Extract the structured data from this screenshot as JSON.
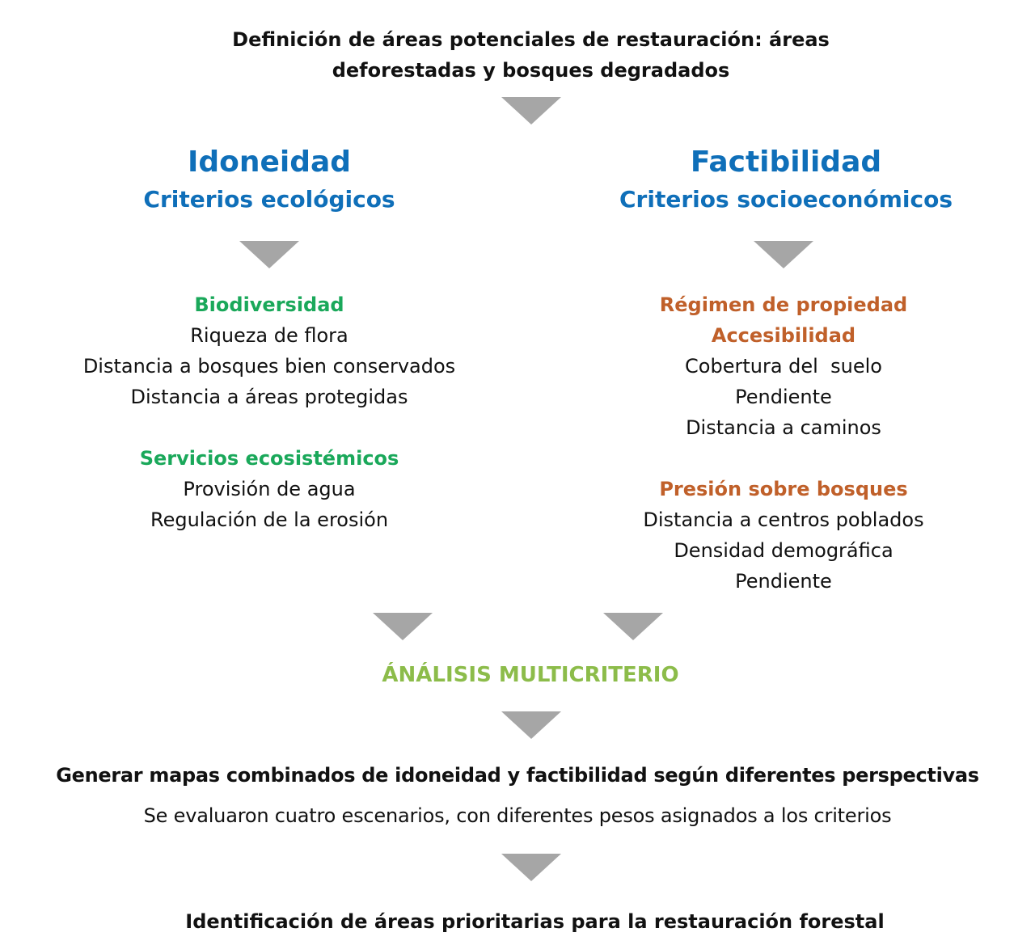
{
  "top_title": [
    "Definición de áreas potenciales de restauración: áreas",
    "deforestadas y bosques degradados"
  ],
  "left": {
    "title": "Idoneidad",
    "subtitle": "Criterios ecológicos",
    "groups": [
      {
        "heading": "Biodiversidad",
        "items": [
          "Riqueza de flora",
          "Distancia a bosques bien conservados",
          "Distancia a áreas protegidas"
        ]
      },
      {
        "heading": "Servicios ecosistémicos",
        "items": [
          "Provisión de agua",
          "Regulación de la erosión"
        ]
      }
    ]
  },
  "right": {
    "title": "Factibilidad",
    "subtitle": "Criterios socioeconómicos",
    "groups": [
      {
        "headings": [
          "Régimen de propiedad",
          "Accesibilidad"
        ],
        "items": [
          "Cobertura del  suelo",
          "Pendiente",
          "Distancia a caminos"
        ]
      },
      {
        "headings": [
          "Presión sobre bosques"
        ],
        "items": [
          "Distancia a centros poblados",
          "Densidad demográfica",
          "Pendiente"
        ]
      }
    ]
  },
  "analysis": "ÁNÁLISIS MULTICRITERIO",
  "combine": {
    "title": "Generar mapas combinados de idoneidad y factibilidad según diferentes perspectivas",
    "note": "Se evaluaron cuatro escenarios, con diferentes pesos asignados a los criterios"
  },
  "final": "Identificación de áreas prioritarias para la restauración forestal",
  "colors": {
    "blue": "#0f6fb9",
    "green": "#1aa85a",
    "orange": "#c0602a",
    "lime": "#8cbc4a",
    "arrow": "#a6a6a6"
  }
}
